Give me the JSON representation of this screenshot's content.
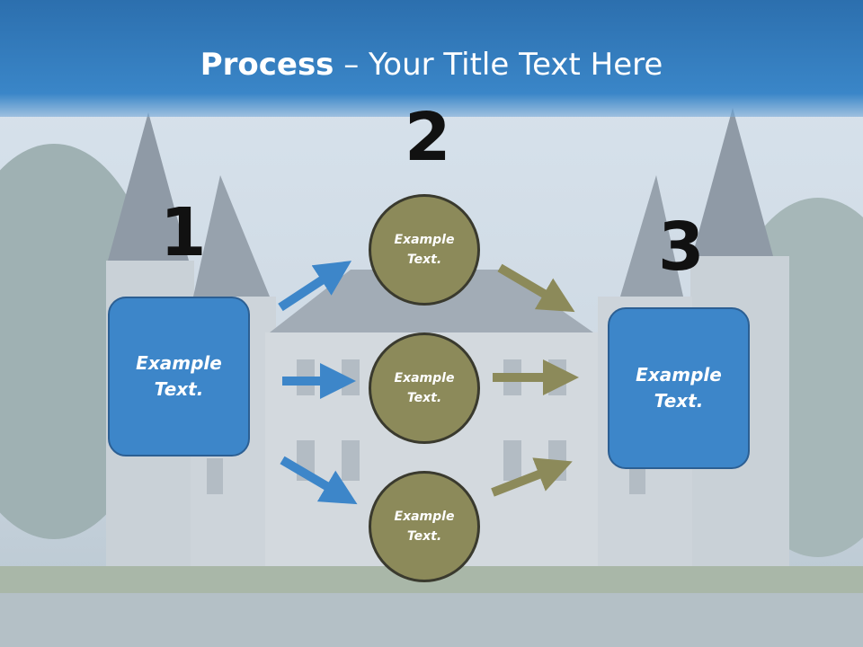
{
  "title": {
    "bold": "Process",
    "rest": " – Your Title Text Here"
  },
  "steps": {
    "one": "1",
    "two": "2",
    "three": "3"
  },
  "left_box": "Example Text.",
  "right_box": "Example Text.",
  "circles": [
    "Example Text.",
    "Example Text.",
    "Example Text."
  ],
  "colors": {
    "header": "#3a86c8",
    "box": "#3d86c9",
    "circle": "#8c8a5a",
    "arrow_in": "#3d86c9",
    "arrow_out": "#8c8a5a"
  }
}
